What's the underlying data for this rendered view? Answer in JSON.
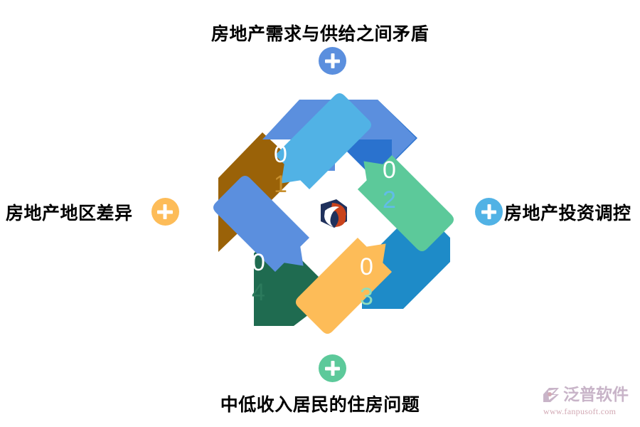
{
  "diagram": {
    "title_top": "房地产需求与供给之间矛盾",
    "title_bottom": "中低收入居民的住房问题",
    "title_left": "房地产地区差异",
    "title_right": "房地产投资调控",
    "center_logo_name": "fanpu-logo",
    "arrows": [
      {
        "position": "top",
        "number": "01",
        "digit_main": "0",
        "digit_sub": "1",
        "color": "#5B8FDE",
        "shade_color": "#2A72CE",
        "fold_color": "#9A6208",
        "label_ref": "房地产需求与供给之间矛盾"
      },
      {
        "position": "right",
        "number": "02",
        "digit_main": "0",
        "digit_sub": "2",
        "color": "#51B2E5",
        "shade_color": "#1E8BC8",
        "fold_color": "#1E8BC8",
        "label_ref": "房地产投资调控"
      },
      {
        "position": "bottom",
        "number": "03",
        "digit_main": "0",
        "digit_sub": "3",
        "color": "#5CC99A",
        "shade_color": "#1F6B50",
        "fold_color": "#1F6B50",
        "label_ref": "中低收入居民的住房问题"
      },
      {
        "position": "left",
        "number": "04",
        "digit_main": "0",
        "digit_sub": "4",
        "color": "#FDBC58",
        "shade_color": "#9A6208",
        "fold_color": "#1F6B50",
        "label_ref": "房地产地区差异"
      }
    ],
    "badges": [
      {
        "position": "top",
        "icon": "plus-icon",
        "color": "#5B8FDE"
      },
      {
        "position": "right",
        "icon": "plus-icon",
        "color": "#51B2E5"
      },
      {
        "position": "bottom",
        "icon": "plus-icon",
        "color": "#5CC99A"
      },
      {
        "position": "left",
        "icon": "plus-icon",
        "color": "#FDBC58"
      }
    ]
  },
  "watermark": {
    "brand": "泛普软件",
    "url": "www.fanpusoft.com",
    "logo_name": "fanpu-watermark-logo"
  },
  "colors": {
    "background": "#FFFFFF",
    "text": "#000000",
    "blue": "#5B8FDE",
    "light_blue": "#51B2E5",
    "green": "#5CC99A",
    "orange": "#FDBC58",
    "brown": "#9A6208",
    "dark_green": "#1F6B50",
    "dark_blue": "#2A72CE",
    "logo_navy": "#20315C",
    "logo_orange": "#C9431C"
  }
}
